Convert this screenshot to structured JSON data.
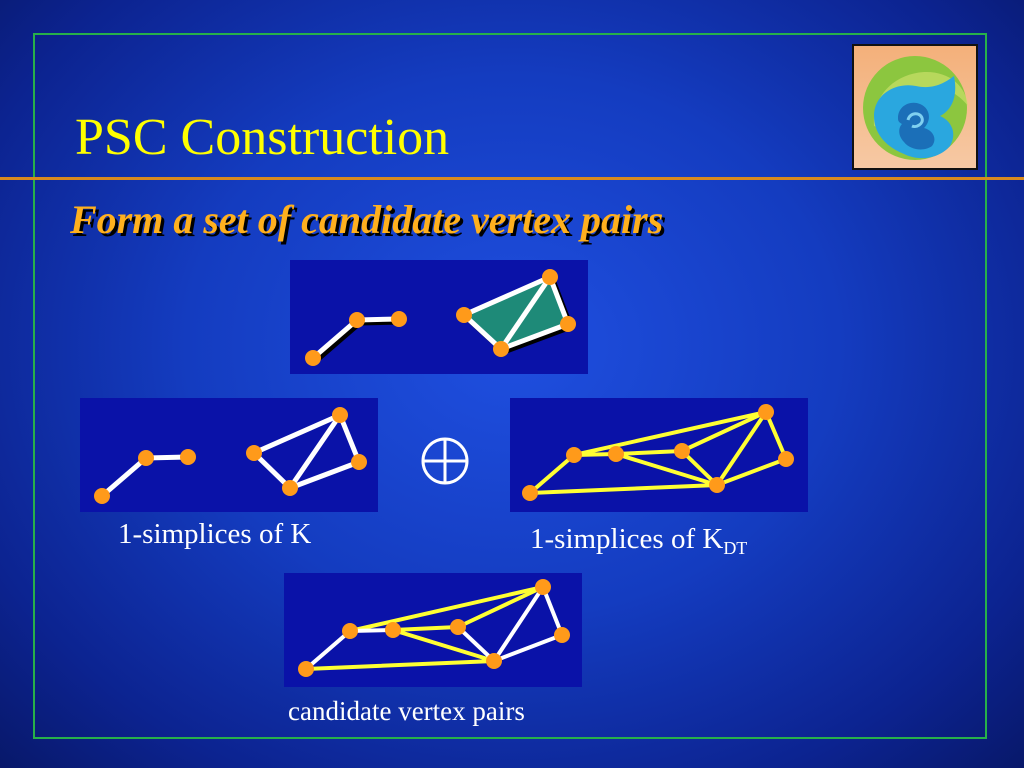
{
  "slide": {
    "title": "PSC Construction",
    "subtitle": "Form a set of candidate vertex pairs"
  },
  "captions": {
    "k_simplices": "1-simplices of K",
    "kdt_simplices_prefix": "1-simplices of K",
    "kdt_subscript": "DT",
    "candidate_pairs": "candidate vertex pairs"
  },
  "colors": {
    "background": "#1a45d6",
    "panel": "#0a12a8",
    "title": "#ffff00",
    "subtitle": "#ffb01e",
    "frame": "#27b04a",
    "rule": "#d88a1f",
    "vertex": "#ff9a1a",
    "k_edge": "#ffffff",
    "dt_edge": "#ffff33",
    "triangle_fill": "#1e8a78"
  },
  "icons": {
    "operator": "circled-plus-icon",
    "logo": "organization-logo"
  }
}
